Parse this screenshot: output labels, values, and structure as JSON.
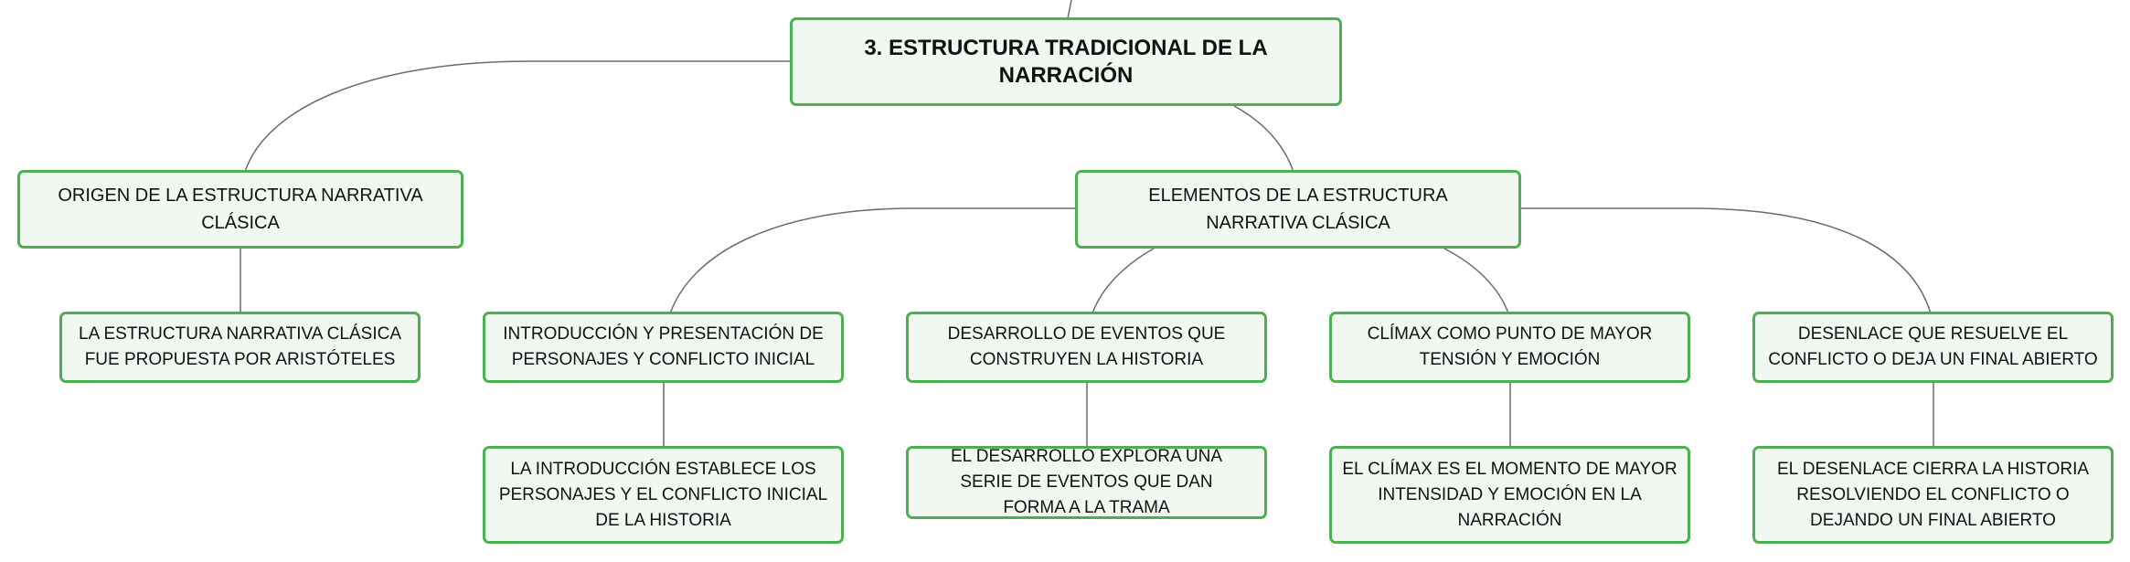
{
  "root": {
    "label": "3. ESTRUCTURA TRADICIONAL DE LA NARRACIÓN"
  },
  "origin": {
    "label": "ORIGEN DE LA ESTRUCTURA NARRATIVA CLÁSICA",
    "child": "LA ESTRUCTURA NARRATIVA CLÁSICA FUE PROPUESTA POR ARISTÓTELES"
  },
  "elements": {
    "label": "ELEMENTOS DE LA ESTRUCTURA NARRATIVA CLÁSICA",
    "items": [
      {
        "label": "INTRODUCCIÓN Y PRESENTACIÓN DE PERSONAJES Y CONFLICTO INICIAL",
        "detail": "LA INTRODUCCIÓN ESTABLECE LOS PERSONAJES Y EL CONFLICTO INICIAL DE LA HISTORIA"
      },
      {
        "label": "DESARROLLO DE EVENTOS QUE CONSTRUYEN LA HISTORIA",
        "detail": "EL DESARROLLO EXPLORA UNA SERIE DE EVENTOS QUE DAN FORMA A LA TRAMA"
      },
      {
        "label": "CLÍMAX COMO PUNTO DE MAYOR TENSIÓN Y EMOCIÓN",
        "detail": "EL CLÍMAX ES EL MOMENTO DE MAYOR INTENSIDAD Y EMOCIÓN EN LA NARRACIÓN"
      },
      {
        "label": "DESENLACE QUE RESUELVE EL CONFLICTO O DEJA UN FINAL ABIERTO",
        "detail": "EL DESENLACE CIERRA LA HISTORIA RESOLVIENDO EL CONFLICTO O DEJANDO UN FINAL ABIERTO"
      }
    ]
  },
  "colors": {
    "node_border": "#4caf50",
    "node_fill": "#f0f8f1",
    "connector": "#6b6b6b",
    "text": "#111111"
  }
}
